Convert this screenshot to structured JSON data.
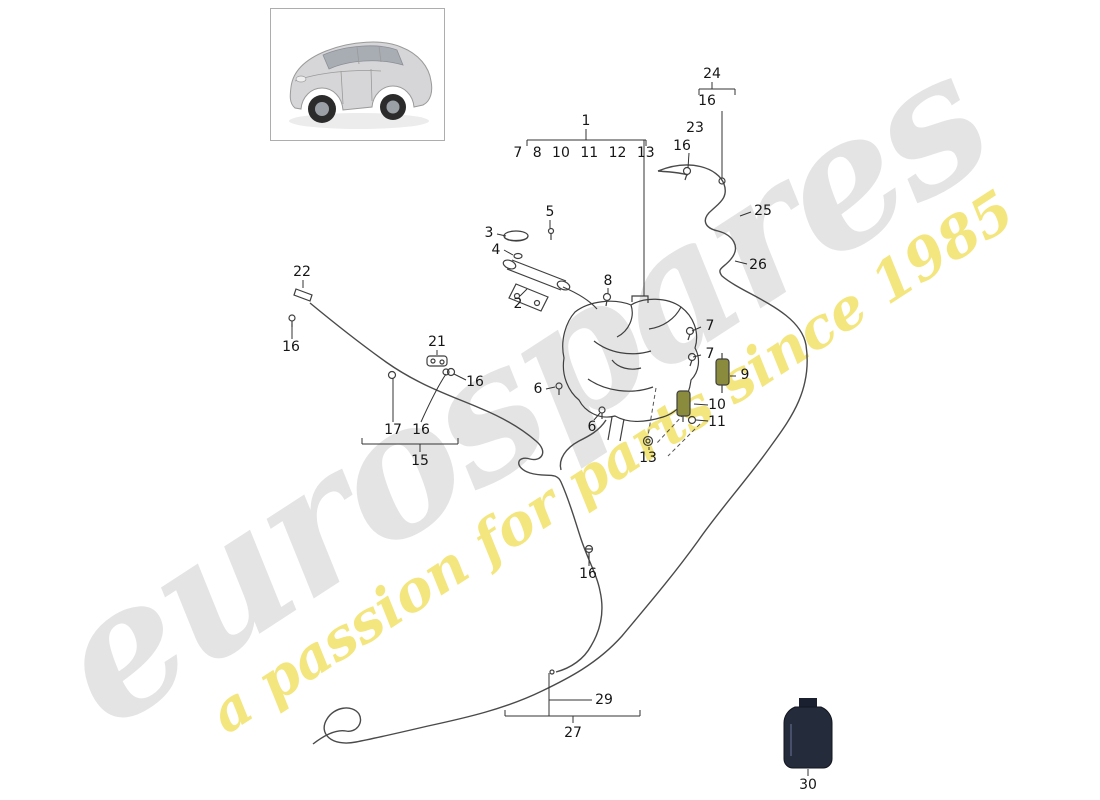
{
  "watermark": {
    "brand": "eurospares",
    "tagline": "a passion for parts since 1985"
  },
  "colors": {
    "watermark_brand": "#e3e3e3",
    "watermark_tagline": "#f2e474",
    "diagram_line": "#3f3f3f",
    "pump_fill": "#8b8b3d",
    "bottle_fill": "#242b3a"
  },
  "callouts": [
    {
      "num": "1"
    },
    {
      "num": "7 8 10 11 12 13"
    },
    {
      "num": "24"
    },
    {
      "num": "16"
    },
    {
      "num": "23"
    },
    {
      "num": "16"
    },
    {
      "num": "25"
    },
    {
      "num": "26"
    },
    {
      "num": "5"
    },
    {
      "num": "3"
    },
    {
      "num": "4"
    },
    {
      "num": "2"
    },
    {
      "num": "8"
    },
    {
      "num": "22"
    },
    {
      "num": "16"
    },
    {
      "num": "21"
    },
    {
      "num": "16"
    },
    {
      "num": "7"
    },
    {
      "num": "7"
    },
    {
      "num": "9"
    },
    {
      "num": "10"
    },
    {
      "num": "11"
    },
    {
      "num": "6"
    },
    {
      "num": "6"
    },
    {
      "num": "13"
    },
    {
      "num": "17"
    },
    {
      "num": "16"
    },
    {
      "num": "15"
    },
    {
      "num": "16"
    },
    {
      "num": "29"
    },
    {
      "num": "27"
    },
    {
      "num": "30"
    }
  ]
}
